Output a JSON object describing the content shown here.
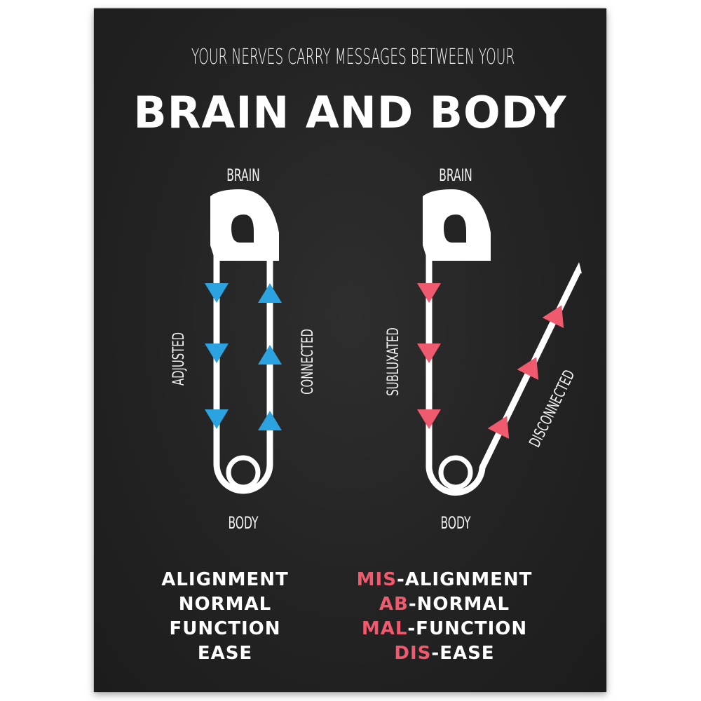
{
  "header": {
    "subtitle": "YOUR NERVES CARRY MESSAGES BETWEEN YOUR",
    "title": "BRAIN AND BODY"
  },
  "left_pin": {
    "top_label": "BRAIN",
    "bottom_label": "BODY",
    "left_side_label": "ADJUSTED",
    "right_side_label": "CONNECTED",
    "arrow_color": "#2ba3e0",
    "terms": [
      "ALIGNMENT",
      "NORMAL",
      "FUNCTION",
      "EASE"
    ]
  },
  "right_pin": {
    "top_label": "BRAIN",
    "bottom_label": "BODY",
    "left_side_label": "SUBLUXATED",
    "right_side_label": "DISCONNECTED",
    "arrow_color": "#f05a6e",
    "terms": [
      {
        "prefix": "MIS",
        "rest": "-ALIGNMENT"
      },
      {
        "prefix": "AB",
        "rest": "-NORMAL"
      },
      {
        "prefix": "MAL",
        "rest": "-FUNCTION"
      },
      {
        "prefix": "DIS",
        "rest": "-EASE"
      }
    ]
  },
  "colors": {
    "background": "#222222",
    "text": "#ffffff",
    "accent_pink": "#f05a6e",
    "accent_blue": "#2ba3e0"
  }
}
